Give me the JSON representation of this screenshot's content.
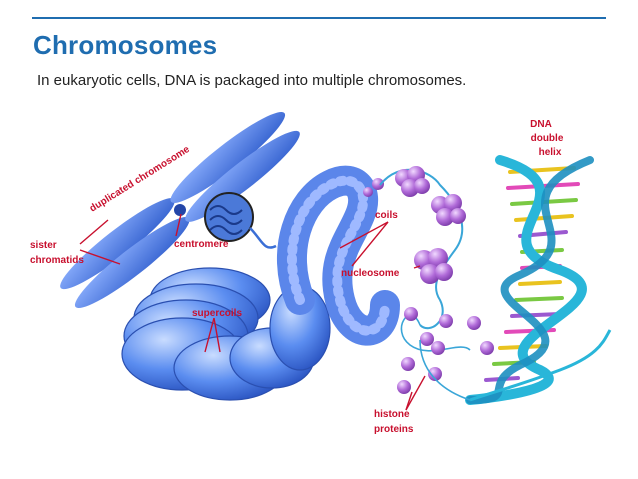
{
  "header": {
    "title": "Chromosomes",
    "subtitle": "In eukaryotic cells, DNA is packaged into multiple chromosomes."
  },
  "labels": {
    "duplicated_chromosome": "duplicated chromosome",
    "sister_line1": "sister",
    "sister_line2": "chromatids",
    "centromere": "centromere",
    "supercoils": "supercoils",
    "coils": "coils",
    "nucleosome": "nucleosome",
    "histone_line1": "histone",
    "histone_line2": "proteins",
    "dna_line1": "DNA",
    "dna_line2": "double",
    "dna_line3": "helix"
  },
  "colors": {
    "accent": "#1f6db0",
    "label": "#c8102e",
    "chromatin": "#4f7fe6",
    "histone": "#b06ad8",
    "helix_backbone": "#29b6d9"
  }
}
